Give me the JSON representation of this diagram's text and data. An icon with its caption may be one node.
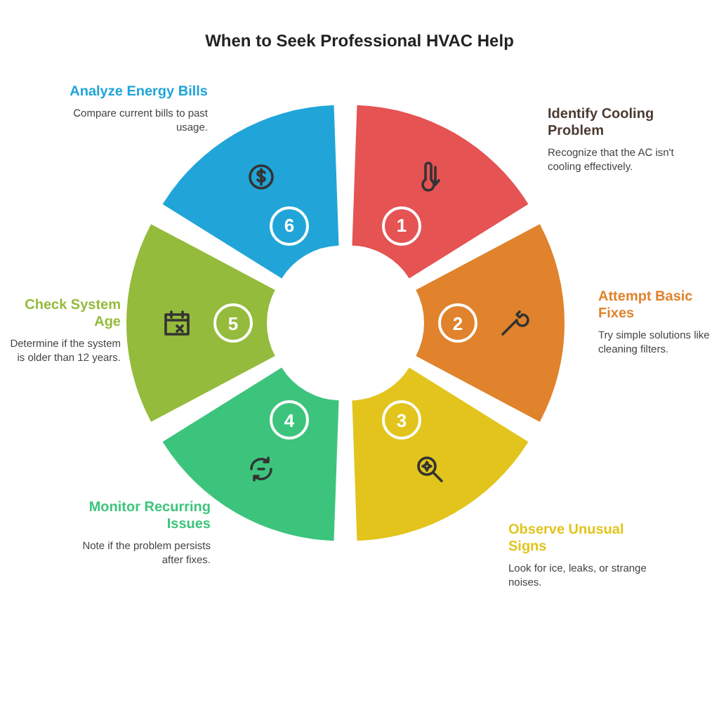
{
  "diagram": {
    "title": "When to Seek Professional HVAC Help",
    "nodes": [
      {
        "text": [
          "1"
        ],
        "beside": [
          "Identify Cooling Problem",
          "Recognize that the AC isn't cooling effectively."
        ]
      },
      {
        "text": [
          "2"
        ],
        "beside": [
          "Attempt Basic Fixes",
          "Try simple solutions like cleaning filters."
        ]
      },
      {
        "text": [
          "3"
        ],
        "beside": [
          "Observe Unusual Signs",
          "Look for ice, leaks, or strange noises."
        ]
      },
      {
        "text": [
          "4"
        ],
        "beside": [
          "Monitor Recurring Issues",
          "Note if the problem persists after fixes."
        ]
      },
      {
        "text": [
          "5"
        ],
        "beside": [
          "Check System Age",
          "Determine if the system is older than 12 years."
        ]
      },
      {
        "text": [
          "6"
        ],
        "beside": [
          "Analyze Energy Bills",
          "Compare current bills to past usage."
        ]
      }
    ]
  }
}
